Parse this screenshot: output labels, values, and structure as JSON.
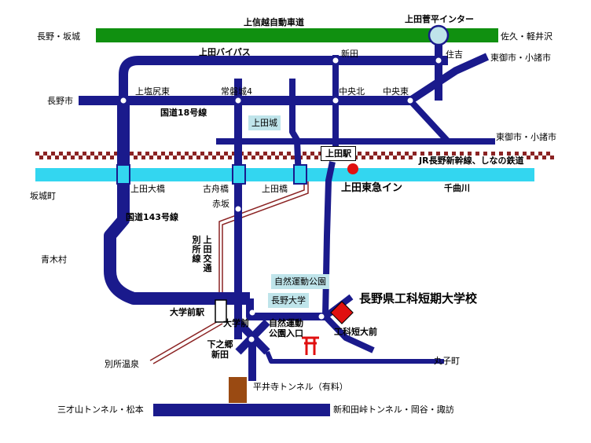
{
  "expressway": {
    "name": "上信越自動車道",
    "west": "長野・坂城",
    "east": "佐久・軽井沢",
    "interchange": "上田菅平インター"
  },
  "roads": {
    "bypass": "上田バイパス",
    "route18": "国道18号線",
    "route143": "国道143号線",
    "bessho_line": "別所線",
    "ueda_kotsu": "上田交通"
  },
  "railway": {
    "jr": "JR長野新幹線、しなの鉄道",
    "station": "上田駅",
    "river": "千曲川",
    "hotel": "上田東急イン"
  },
  "bridges": [
    "上田大橋",
    "古舟橋",
    "上田橋"
  ],
  "places": {
    "shinden": "新田",
    "sumiyoshi": "住吉",
    "higashi_north": "東御市・小諸市",
    "higashi_south": "東御市・小諸市",
    "kamishiojiri": "上塩尻東",
    "tokiwagi": "常磐城4",
    "chuo_kita": "中央北",
    "chuo_higashi": "中央東",
    "nagano_city": "長野市",
    "ueda_castle": "上田城",
    "sakaki": "坂城町",
    "akasaka": "赤坂",
    "aokimura": "青木村",
    "park": "自然運動公園",
    "nagano_univ": "長野大学",
    "univ_station": "大学前駅",
    "univ_front": "大学前",
    "park_entrance": "自然運動公園入口",
    "shimonogo_shinden": "下之郷新田",
    "kouka_front": "工科短大前",
    "maruko": "丸子町",
    "bessho_onsen": "別所温泉",
    "hiraiji_tunnel": "平井寺トンネル（有料）",
    "sanzaisan": "三才山トンネル・松本",
    "shinwada": "新和田峠トンネル・岡谷・諏訪"
  },
  "school": "長野県工科短期大学校",
  "colors": {
    "road": "#1a1a8c",
    "expressway": "#109010",
    "river": "#33d6f0",
    "rail": "#8b2323",
    "station_dot": "#e01010",
    "school": "#e01010"
  }
}
